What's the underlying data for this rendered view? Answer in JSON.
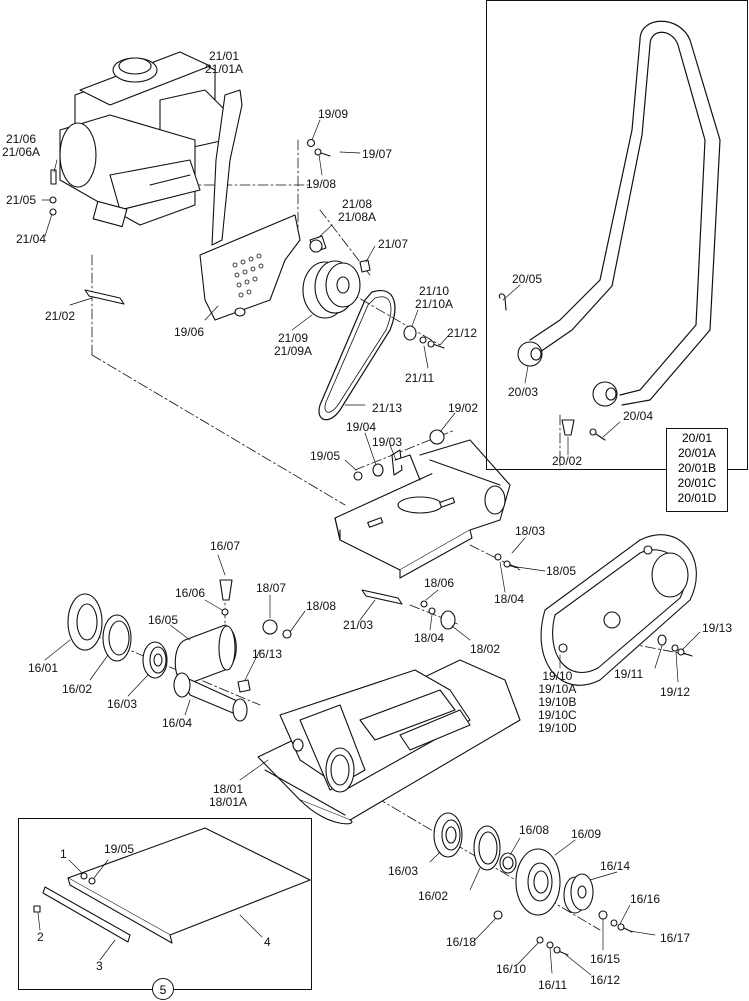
{
  "labels": {
    "21_01": "21/01\n21/01A",
    "21_06": "21/06\n21/06A",
    "21_05": "21/05",
    "21_04": "21/04",
    "21_02": "21/02",
    "19_09": "19/09",
    "19_07": "19/07",
    "19_08": "19/08",
    "21_08": "21/08\n21/08A",
    "21_07": "21/07",
    "19_06": "19/06",
    "21_10": "21/10\n21/10A",
    "21_12": "21/12",
    "21_09": "21/09\n21/09A",
    "21_11": "21/11",
    "21_13": "21/13",
    "19_02": "19/02",
    "19_04": "19/04",
    "19_03": "19/03",
    "19_05a": "19/05",
    "18_03": "18/03",
    "18_05": "18/05",
    "18_04a": "18/04",
    "16_07": "16/07",
    "16_06": "16/06",
    "18_07": "18/07",
    "18_08": "18/08",
    "21_03": "21/03",
    "18_06": "18/06",
    "18_04b": "18/04",
    "18_02": "18/02",
    "16_05": "16/05",
    "16_13": "16/13",
    "16_01": "16/01",
    "16_02a": "16/02",
    "16_03a": "16/03",
    "16_04": "16/04",
    "18_01": "18/01\n18/01A",
    "19_13": "19/13",
    "19_11": "19/11",
    "19_12": "19/12",
    "19_10": "19/10\n19/10A\n19/10B\n19/10C\n19/10D",
    "20_05": "20/05",
    "20_03": "20/03",
    "20_04": "20/04",
    "20_02": "20/02",
    "16_03b": "16/03",
    "16_02b": "16/02",
    "16_08": "16/08",
    "16_09": "16/09",
    "16_14": "16/14",
    "16_16": "16/16",
    "16_17": "16/17",
    "16_18": "16/18",
    "16_15": "16/15",
    "16_10": "16/10",
    "16_11": "16/11",
    "16_12": "16/12",
    "k1": "1",
    "k19_05": "19/05",
    "k2": "2",
    "k3": "3",
    "k4": "4"
  },
  "handle_variants": [
    "20/01",
    "20/01A",
    "20/01B",
    "20/01C",
    "20/01D"
  ],
  "kit_number": "5"
}
